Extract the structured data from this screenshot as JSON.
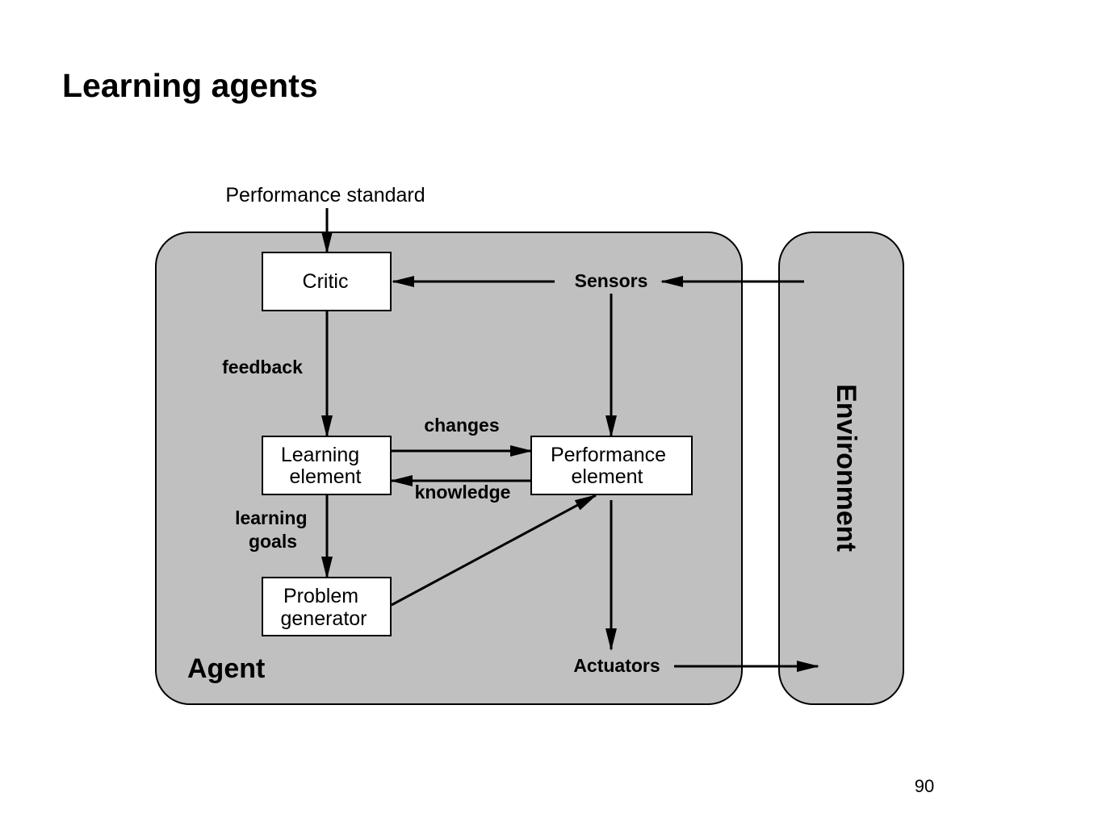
{
  "title": "Learning agents",
  "page_number": "90",
  "diagram": {
    "input_label": "Performance standard",
    "agent_label": "Agent",
    "environment_label": "Environment",
    "boxes": {
      "critic": [
        "Critic"
      ],
      "learning_element": [
        "Learning",
        "element"
      ],
      "performance_element": [
        "Performance",
        "element"
      ],
      "problem_generator": [
        "Problem",
        "generator"
      ]
    },
    "nodes": {
      "sensors": "Sensors",
      "actuators": "Actuators"
    },
    "edge_labels": {
      "feedback": "feedback",
      "changes": "changes",
      "knowledge": "knowledge",
      "learning_goals": [
        "learning",
        "goals"
      ]
    },
    "colors": {
      "panel_fill": "#c0c0c0",
      "panel_stroke": "#000000",
      "box_fill": "#ffffff",
      "line": "#000000"
    }
  }
}
